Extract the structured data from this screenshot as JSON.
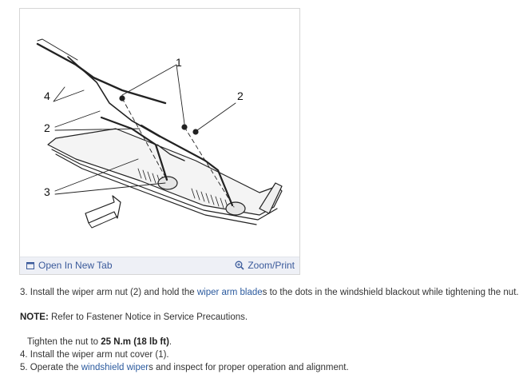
{
  "figure": {
    "callouts": {
      "c1": "1",
      "c2": "2",
      "c3": "3",
      "c4": "4"
    },
    "open_tab_label": "Open In New Tab",
    "zoom_label": "Zoom/Print",
    "open_tab_icon": "open-tab-icon",
    "zoom_icon": "magnifier-plus-icon"
  },
  "steps": {
    "step3": {
      "prefix": "3. Install the wiper arm nut (2) and hold the ",
      "link": "wiper arm blade",
      "suffix": "s to the dots in the windshield blackout while tightening the nut."
    },
    "note": {
      "label": "NOTE:",
      "text": " Refer to Fastener Notice in Service Precautions."
    },
    "tighten": {
      "prefix": "Tighten the nut to ",
      "spec": "25 N.m (18 lb ft)",
      "suffix": "."
    },
    "step4": "4. Install the wiper arm nut cover (1).",
    "step5": {
      "prefix": "5. Operate the ",
      "link": "windshield wiper",
      "suffix": "s and inspect for proper operation and alignment."
    }
  },
  "colors": {
    "link": "#2b5a9e",
    "toolbar_bg": "#eef0f6"
  }
}
